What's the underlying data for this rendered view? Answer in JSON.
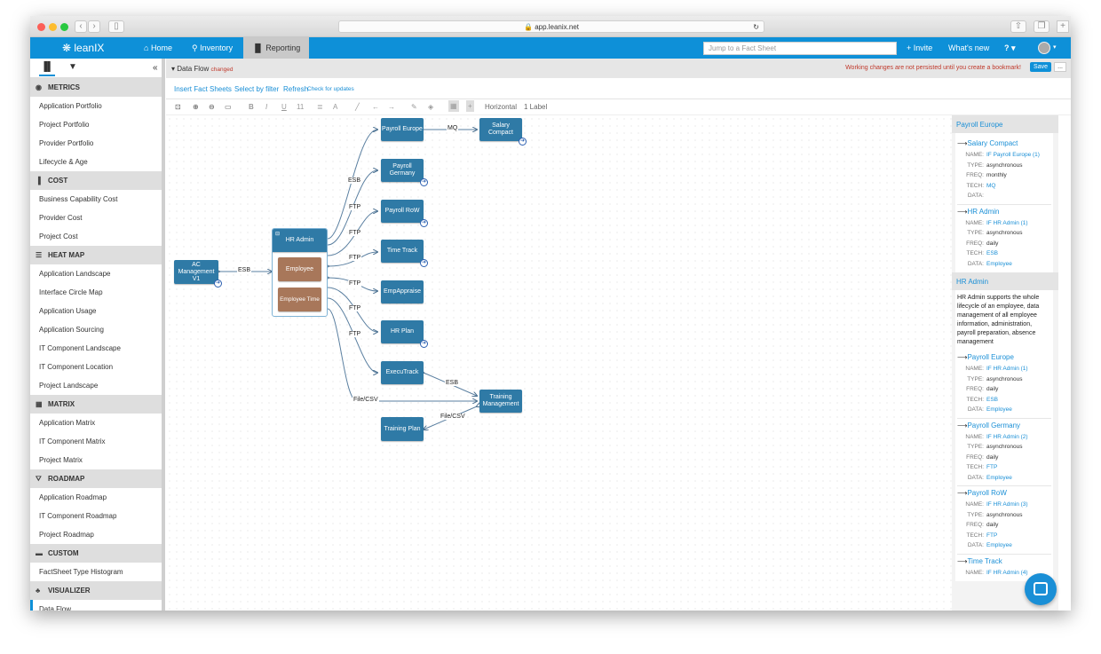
{
  "browser": {
    "url": "app.leanix.net"
  },
  "nav": {
    "logo": "leanIX",
    "home": "Home",
    "inventory": "Inventory",
    "reporting": "Reporting",
    "search_placeholder": "Jump to a Fact Sheet",
    "invite": "+ Invite",
    "whats_new": "What's new",
    "help": "?"
  },
  "sidebar": {
    "sections": [
      {
        "title": "METRICS",
        "icon": "dashboard-icon",
        "items": [
          "Application Portfolio",
          "Project Portfolio",
          "Provider Portfolio",
          "Lifecycle & Age"
        ]
      },
      {
        "title": "COST",
        "icon": "bar-chart-icon",
        "items": [
          "Business Capability Cost",
          "Provider Cost",
          "Project Cost"
        ]
      },
      {
        "title": "HEAT MAP",
        "icon": "list-icon",
        "items": [
          "Application Landscape",
          "Interface Circle Map",
          "Application Usage",
          "Application Sourcing",
          "IT Component Landscape",
          "IT Component Location",
          "Project Landscape"
        ]
      },
      {
        "title": "MATRIX",
        "icon": "grid-icon",
        "items": [
          "Application Matrix",
          "IT Component Matrix",
          "Project Matrix"
        ]
      },
      {
        "title": "ROADMAP",
        "icon": "road-icon",
        "items": [
          "Application Roadmap",
          "IT Component Roadmap",
          "Project Roadmap"
        ]
      },
      {
        "title": "CUSTOM",
        "icon": "folder-icon",
        "items": [
          "FactSheet Type Histogram"
        ]
      },
      {
        "title": "VISUALIZER",
        "icon": "sitemap-icon",
        "items": [
          "Data Flow"
        ]
      }
    ]
  },
  "report": {
    "title": "Data Flow",
    "changed": "changed",
    "warning": "Working changes are not persisted until you create a bookmark!",
    "save": "Save",
    "more": "...",
    "insert": "Insert Fact Sheets",
    "select": "Select by filter",
    "refresh": "Refresh",
    "check": "Check for updates",
    "layout": "Horizontal",
    "labels": "1 Label"
  },
  "diagram": {
    "nodes": {
      "payroll_europe": "Payroll Europe",
      "salary_compact": "Salary Compact",
      "payroll_germany": "Payroll Germany",
      "payroll_row": "Payroll RoW",
      "time_track": "Time Track",
      "empappraise": "EmpAppraise",
      "hr_plan": "HR Plan",
      "executrack": "ExecuTrack",
      "training_management": "Training Management",
      "training_plan": "Training Plan",
      "ac_management": "AC Management V1",
      "hr_admin": "HR Admin",
      "employee": "Employee",
      "employee_time": "Employee Time"
    },
    "edges": [
      "MQ",
      "ESB",
      "FTP",
      "FTP",
      "FTP",
      "FTP",
      "FTP",
      "FTP",
      "ESB",
      "File/CSV",
      "File/CSV",
      "ESB"
    ],
    "node_color": "#2f7aa6",
    "data_color": "#a8775a"
  },
  "details": {
    "header1": "Payroll Europe",
    "group1": [
      {
        "target": "Salary Compact",
        "name": "IF Payroll Europe (1)",
        "type": "asynchronous",
        "freq": "monthly",
        "tech": "MQ",
        "data": ""
      },
      {
        "target": "HR Admin",
        "name": "IF HR Admin (1)",
        "type": "asynchronous",
        "freq": "daily",
        "tech": "ESB",
        "data": "Employee"
      }
    ],
    "header2": "HR Admin",
    "description": "HR Admin supports the whole lifecycle of an employee, data management of all employee information, administration, payroll preparation, absence management",
    "group2": [
      {
        "target": "Payroll Europe",
        "name": "IF HR Admin (1)",
        "type": "asynchronous",
        "freq": "daily",
        "tech": "ESB",
        "data": "Employee"
      },
      {
        "target": "Payroll Germany",
        "name": "IF HR Admin (2)",
        "type": "asynchronous",
        "freq": "daily",
        "tech": "FTP",
        "data": "Employee"
      },
      {
        "target": "Payroll RoW",
        "name": "IF HR Admin (3)",
        "type": "asynchronous",
        "freq": "daily",
        "tech": "FTP",
        "data": "Employee"
      },
      {
        "target": "Time Track",
        "name": "IF HR Admin (4)"
      }
    ],
    "labels": {
      "name": "NAME:",
      "type": "TYPE:",
      "freq": "FREQ:",
      "tech": "TECH:",
      "data": "DATA:"
    }
  }
}
